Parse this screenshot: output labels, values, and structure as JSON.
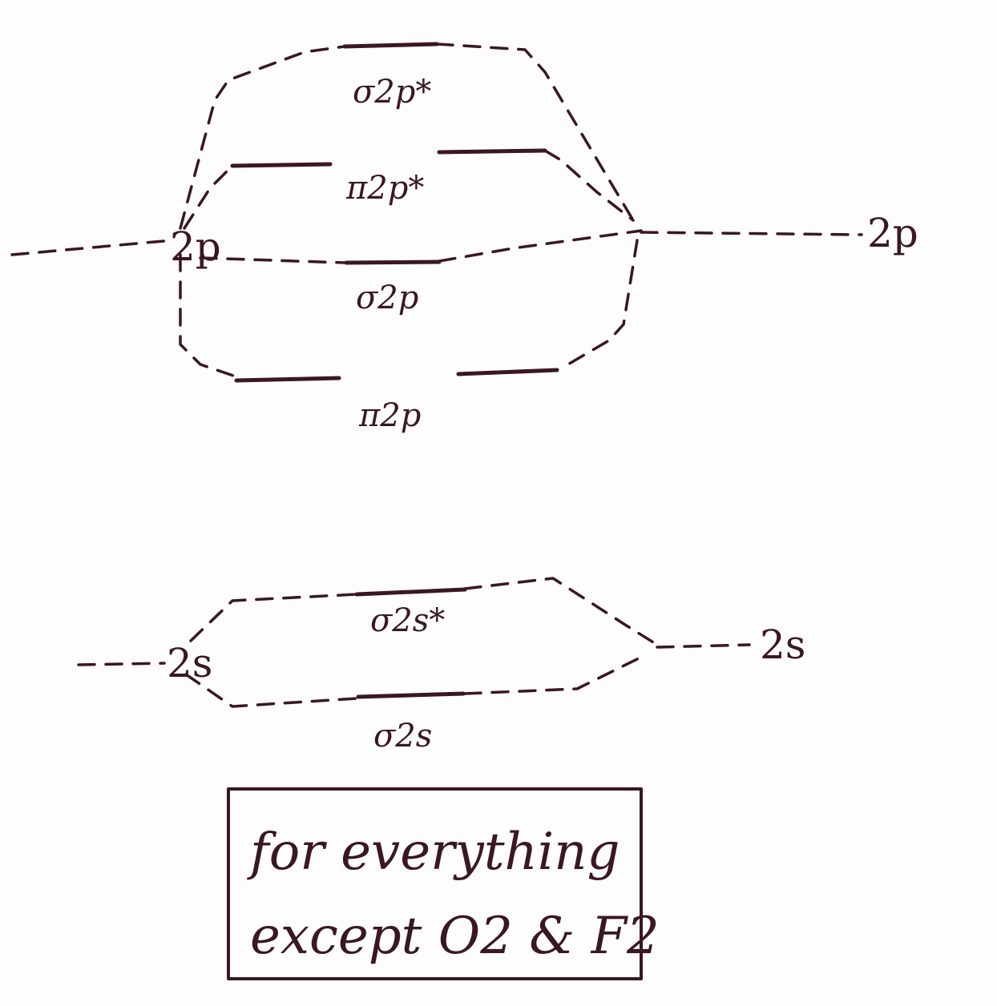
{
  "diagram": {
    "ink_color": "#3a1820",
    "background": "#fdfdfb",
    "atomic_orbitals": {
      "left_2p": "2p",
      "right_2p": "2p",
      "left_2s": "2s",
      "right_2s": "2s"
    },
    "molecular_orbitals": {
      "sigma_2p_star": "σ2p*",
      "pi_2p_star": "π2p*",
      "sigma_2p": "σ2p",
      "pi_2p": "π2p",
      "sigma_2s_star": "σ2s*",
      "sigma_2s": "σ2s"
    },
    "note": {
      "line1": "for everything",
      "line2": "except O2 & F2"
    }
  }
}
